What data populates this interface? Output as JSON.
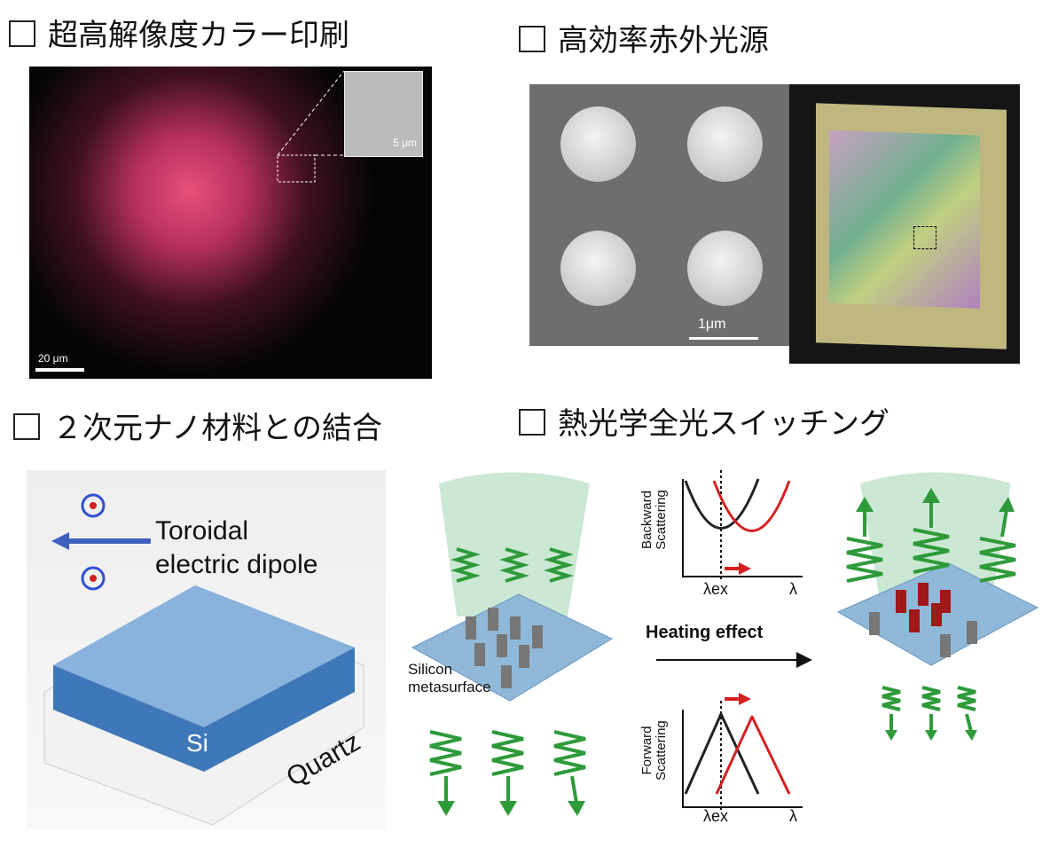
{
  "sections": [
    {
      "title": "超高解像度カラー印刷",
      "scale_main": "20 μm",
      "scale_inset": "5 μm"
    },
    {
      "title": "高効率赤外光源",
      "scale": "1μm"
    },
    {
      "title": "２次元ナノ材料との結合",
      "label_dipole": "Toroidal\nelectric dipole",
      "label_dipole_1": "Toroidal",
      "label_dipole_2": "electric dipole",
      "label_si": "Si",
      "label_quartz": "Quartz"
    },
    {
      "title": "熱光学全光スイッチング",
      "label_meta_1": "Silicon",
      "label_meta_2": "metasurface",
      "heating": "Heating effect",
      "plot_top": {
        "ylabel_1": "Backward",
        "ylabel_2": "Scattering",
        "xtick": "λex",
        "xlabel": "λ"
      },
      "plot_bottom": {
        "ylabel_1": "Forward",
        "ylabel_2": "Scattering",
        "xtick": "λex",
        "xlabel": "λ"
      }
    }
  ],
  "colors": {
    "red": "#d42020",
    "green": "#2e9a3a",
    "blue": "#6aa0d0"
  }
}
